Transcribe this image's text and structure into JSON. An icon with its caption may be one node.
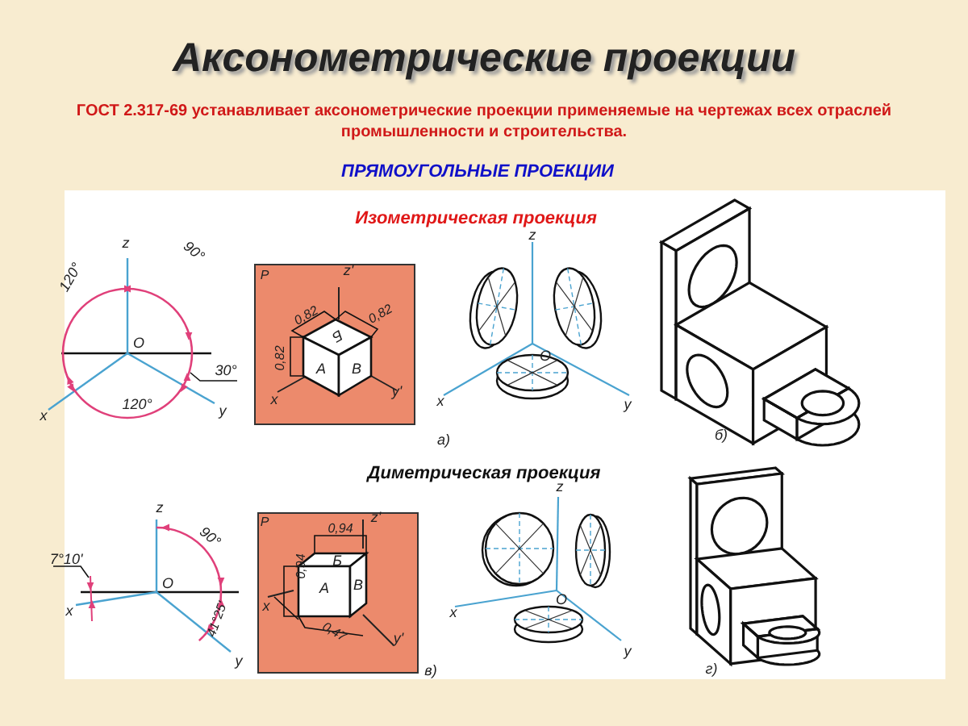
{
  "diagram": {
    "title": "Аксонометрические проекции",
    "labels": [
      "ГОСТ 2.317-69 устанавливает аксонометрические проекции применяемые на чертежах всех отраслей промышленности и строительства.",
      "ПРЯМОУГОЛЬНЫЕ ПРОЕКЦИИ",
      "Изометрическая проекция",
      "z",
      "120°",
      "90°",
      "O",
      "30°",
      "x",
      "120°",
      "y",
      "Р",
      "z'",
      "0,82",
      "0,82",
      "0,82",
      "Б",
      "А",
      "В",
      "x",
      "y'",
      "z",
      "O",
      "x",
      "y",
      "а)",
      "б)",
      "Диметрическая проекция",
      "z",
      "90°",
      "7°10'",
      "O",
      "x",
      "41°25'",
      "y",
      "Р",
      "z'",
      "0,94",
      "0,94",
      "Б",
      "А",
      "В",
      "x",
      "0,47",
      "y'",
      "z",
      "O",
      "x",
      "y",
      "в)",
      "г)"
    ]
  }
}
